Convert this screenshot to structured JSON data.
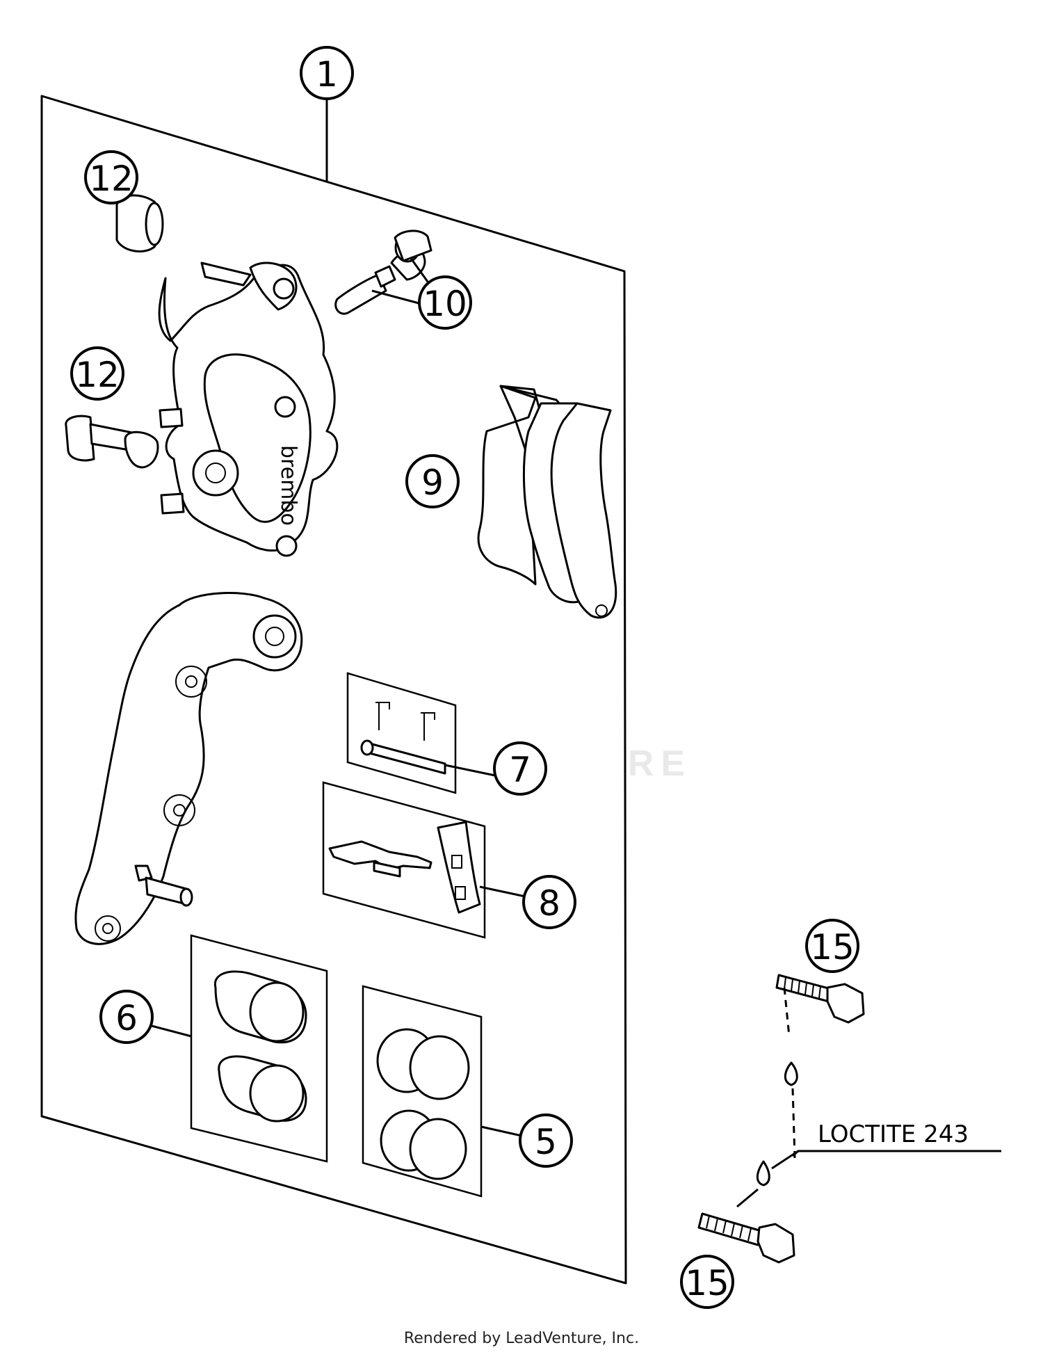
{
  "callouts": {
    "c1": "1",
    "c12a": "12",
    "c12b": "12",
    "c10": "10",
    "c9": "9",
    "c7": "7",
    "c8": "8",
    "c6": "6",
    "c5": "5",
    "c15a": "15",
    "c15b": "15"
  },
  "caliper_brand": "brembo",
  "note": {
    "loctite": "LOCTITE 243"
  },
  "watermark": {
    "text": "LEADVENTURE"
  },
  "footer": {
    "text": "Rendered by LeadVenture, Inc."
  },
  "colors": {
    "line": "#000000",
    "background": "#ffffff",
    "watermark": "#e9e9e9"
  }
}
